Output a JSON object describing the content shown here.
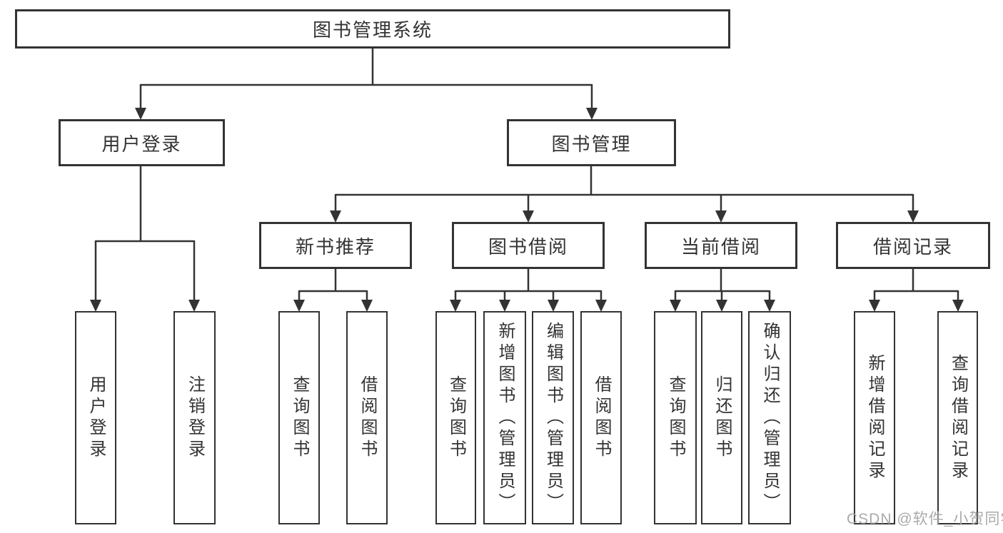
{
  "diagram": {
    "root": "图书管理系统",
    "level2": {
      "user_login": "用户登录",
      "book_mgmt": "图书管理"
    },
    "level3": {
      "new_books": "新书推荐",
      "book_borrow": "图书借阅",
      "current_borrow": "当前借阅",
      "borrow_records": "借阅记录"
    },
    "leaves": {
      "user_login_leaf": "用户登录",
      "logout": "注销登录",
      "nb_query": "查询图书",
      "nb_borrow": "借阅图书",
      "bb_query": "查询图书",
      "bb_add": "新增图书（管理员）",
      "bb_edit": "编辑图书（管理员）",
      "bb_borrow": "借阅图书",
      "cb_query": "查询图书",
      "cb_return": "归还图书",
      "cb_confirm": "确认归还（管理员）",
      "br_add": "新增借阅记录",
      "br_query": "查询借阅记录"
    }
  },
  "watermark": "CSDN @软件_小贺同学",
  "colors": {
    "line": "#333333",
    "box_border": "#333333",
    "box_background": "#ffffff",
    "text": "#333333",
    "watermark": "#a5a5a5",
    "page_background": "#ffffff"
  }
}
